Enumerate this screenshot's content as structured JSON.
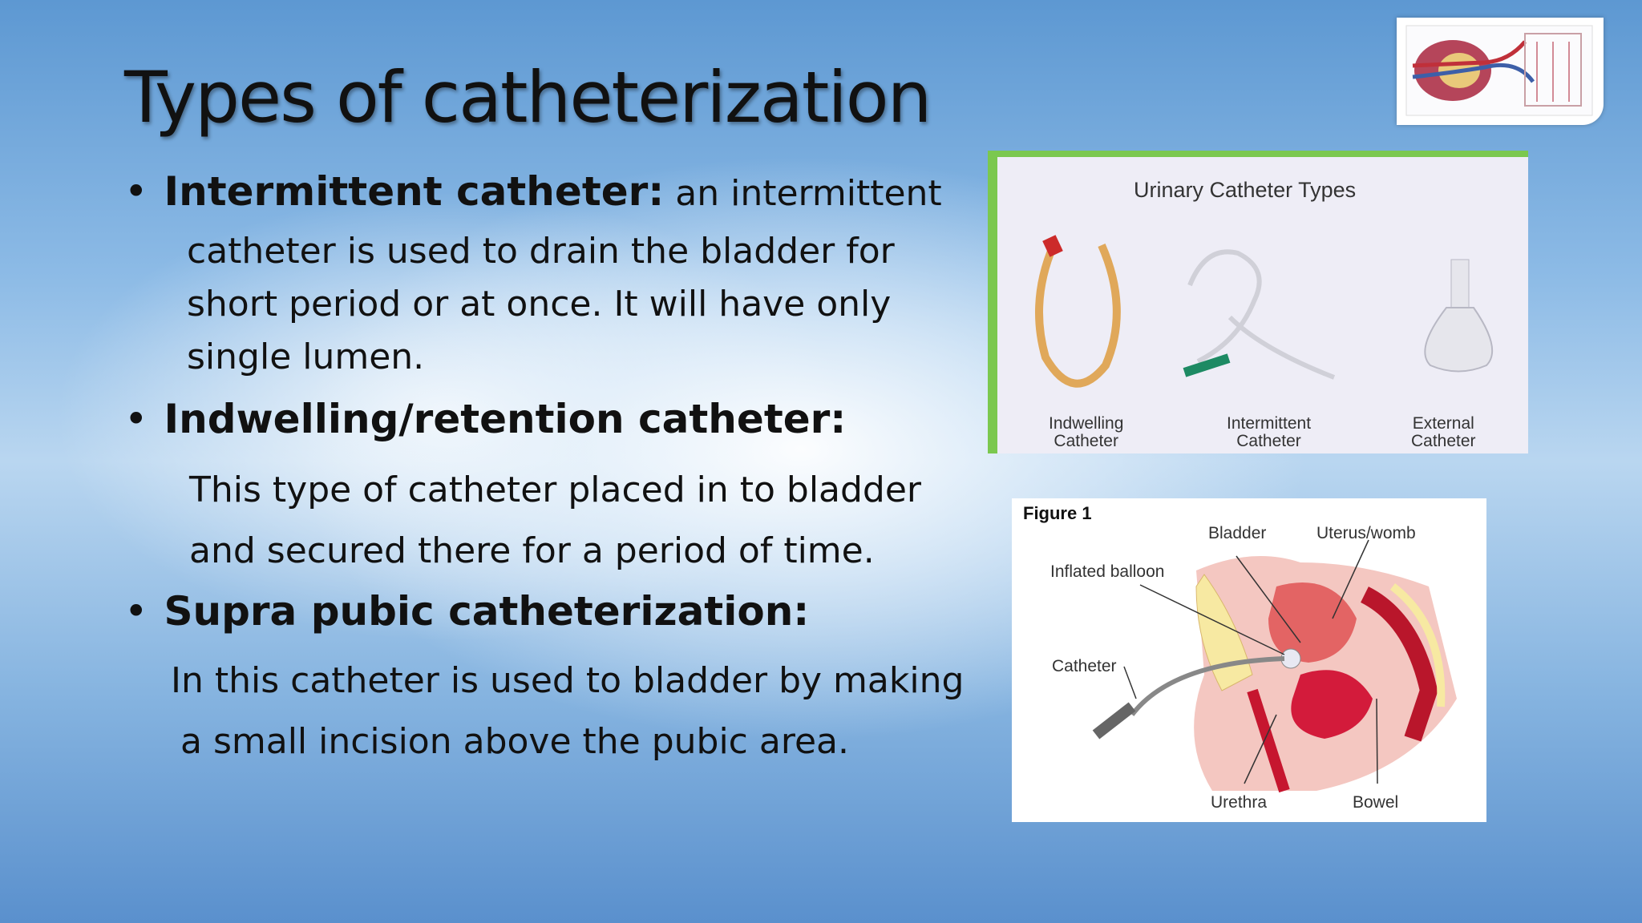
{
  "title": "Types of catheterization",
  "bullets": [
    {
      "heading": "Intermittent catheter:",
      "inline_text": " an intermittent",
      "lines": [
        "catheter is used to drain the bladder for",
        "short period or at once. It will have only",
        "single lumen."
      ]
    },
    {
      "heading": "Indwelling/retention catheter:",
      "lines": [
        "This type of catheter placed in to bladder",
        "and secured there for a period of time."
      ]
    },
    {
      "heading": "Supra pubic catheterization:",
      "lines": [
        "In this catheter is used to bladder by making",
        "a small incision above the pubic area."
      ]
    }
  ],
  "figure_catheter_types": {
    "title": "Urinary Catheter Types",
    "labels": [
      {
        "line1": "Indwelling",
        "line2": "Catheter"
      },
      {
        "line1": "Intermittent",
        "line2": "Catheter"
      },
      {
        "line1": "External",
        "line2": "Catheter"
      }
    ]
  },
  "figure_anatomy": {
    "caption": "Figure 1",
    "labels": {
      "bladder": "Bladder",
      "uterus": "Uterus/womb",
      "balloon": "Inflated balloon",
      "catheter": "Catheter",
      "urethra": "Urethra",
      "bowel": "Bowel"
    }
  },
  "colors": {
    "accent_green": "#7bc84f"
  }
}
